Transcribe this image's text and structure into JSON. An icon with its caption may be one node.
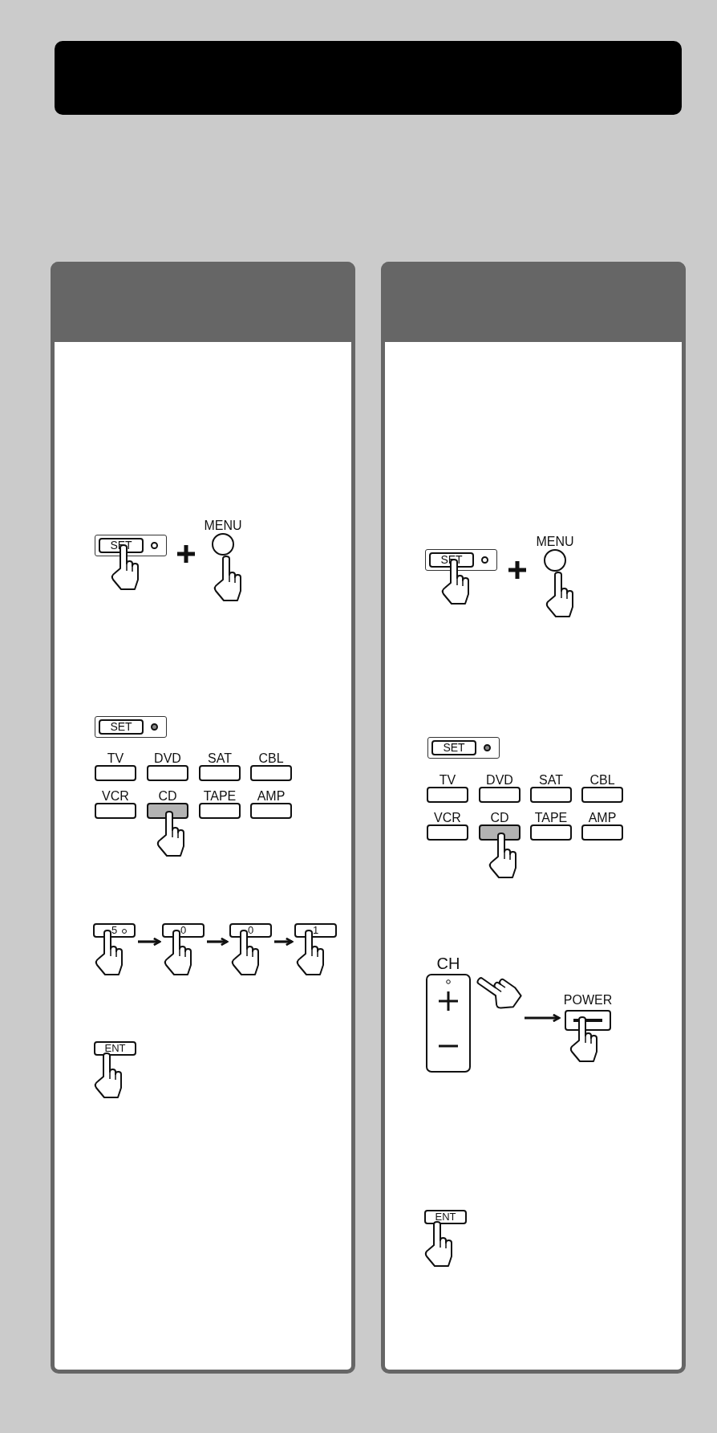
{
  "diagram": {
    "nodes": [
      {
        "text": [],
        "shape": "bar"
      },
      {
        "text": [
          "SET"
        ]
      },
      {
        "text": [
          "MENU"
        ]
      },
      {
        "text": [
          "SET"
        ]
      },
      {
        "text": [
          "TV"
        ]
      },
      {
        "text": [
          "DVD"
        ]
      },
      {
        "text": [
          "SAT"
        ]
      },
      {
        "text": [
          "CBL"
        ]
      },
      {
        "text": [
          "VCR"
        ]
      },
      {
        "text": [
          "CD"
        ]
      },
      {
        "text": [
          "TAPE"
        ]
      },
      {
        "text": [
          "AMP"
        ]
      },
      {
        "text": [
          "5"
        ]
      },
      {
        "text": [
          "0"
        ]
      },
      {
        "text": [
          "0"
        ]
      },
      {
        "text": [
          "1"
        ]
      },
      {
        "text": [
          "ENT"
        ]
      },
      {
        "text": [
          "SET"
        ]
      },
      {
        "text": [
          "MENU"
        ]
      },
      {
        "text": [
          "SET"
        ]
      },
      {
        "text": [
          "TV"
        ]
      },
      {
        "text": [
          "DVD"
        ]
      },
      {
        "text": [
          "SAT"
        ]
      },
      {
        "text": [
          "CBL"
        ]
      },
      {
        "text": [
          "VCR"
        ]
      },
      {
        "text": [
          "CD"
        ]
      },
      {
        "text": [
          "TAPE"
        ]
      },
      {
        "text": [
          "AMP"
        ]
      },
      {
        "text": [
          "CH"
        ]
      },
      {
        "text": [
          "POWER"
        ]
      },
      {
        "text": [
          "ENT"
        ]
      }
    ],
    "edges": [
      {
        "from": 12,
        "to": 13,
        "arrow": "to"
      },
      {
        "from": 13,
        "to": 14,
        "arrow": "to"
      },
      {
        "from": 14,
        "to": 15,
        "arrow": "to"
      },
      {
        "from": 28,
        "to": 29,
        "arrow": "to"
      }
    ]
  }
}
